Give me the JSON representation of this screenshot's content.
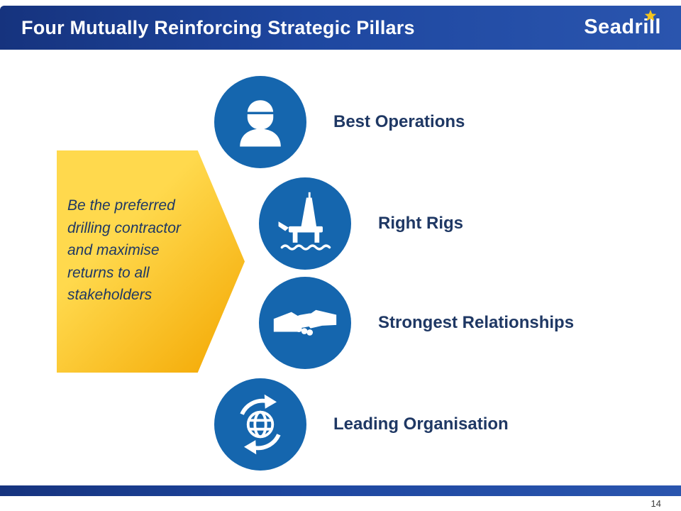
{
  "slide": {
    "title": "Four Mutually Reinforcing Strategic Pillars",
    "logo_text": "Seadrill",
    "page_number": "14",
    "mission_text": "Be the preferred drilling contractor and maximise returns to all stakeholders",
    "pillars": [
      {
        "label": "Best Operations",
        "icon": "worker-icon"
      },
      {
        "label": "Right Rigs",
        "icon": "rig-icon"
      },
      {
        "label": "Strongest Relationships",
        "icon": "handshake-icon"
      },
      {
        "label": "Leading Organisation",
        "icon": "globe-icon"
      }
    ]
  },
  "colors": {
    "header_blue_dark": "#16337e",
    "header_blue_mid": "#1e47a0",
    "header_blue_light": "#2a55ae",
    "circle_blue": "#1566ae",
    "label_navy": "#1f3864",
    "arrow_yellow": "#ffd94d",
    "arrow_orange": "#f3a600",
    "star_yellow": "#f5c51d"
  }
}
